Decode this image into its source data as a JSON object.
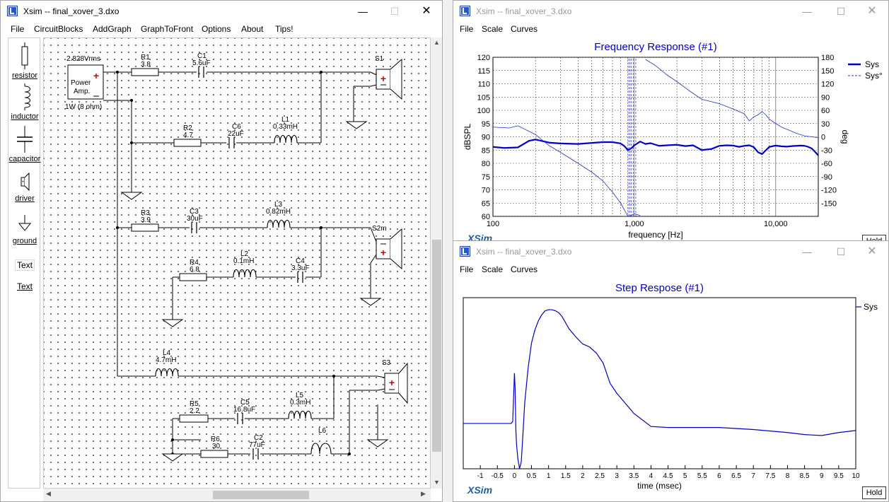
{
  "schematic_window": {
    "title": "Xsim -- final_xover_3.dxo",
    "menu": [
      "File",
      "CircuitBlocks",
      "AddGraph",
      "GraphToFront",
      "Options",
      "About",
      "Tips!"
    ],
    "palette": [
      {
        "label": "resistor",
        "icon": "resistor-icon"
      },
      {
        "label": "inductor",
        "icon": "inductor-icon"
      },
      {
        "label": "capacitor",
        "icon": "capacitor-icon"
      },
      {
        "label": "driver",
        "icon": "driver-icon"
      },
      {
        "label": "ground",
        "icon": "ground-icon"
      },
      {
        "label": "Text",
        "icon": "text-box-icon"
      },
      {
        "label": "Text",
        "icon": "text-link-icon"
      }
    ],
    "amp": {
      "voltage": "2.828Vrms",
      "name_line1": "Power",
      "name_line2": "Amp.",
      "rating": "1W (8 ohm)"
    },
    "components": {
      "R1": {
        "name": "R1",
        "value": "3.8"
      },
      "C1": {
        "name": "C1",
        "value": "5.6uF"
      },
      "R2": {
        "name": "R2",
        "value": "4.7"
      },
      "C6": {
        "name": "C6",
        "value": "22uF"
      },
      "L1": {
        "name": "L1",
        "value": "0.33mH"
      },
      "R3": {
        "name": "R3",
        "value": "3.9"
      },
      "C3": {
        "name": "C3",
        "value": "30uF"
      },
      "L3": {
        "name": "L3",
        "value": "0.82mH"
      },
      "R4": {
        "name": "R4",
        "value": "6.8"
      },
      "L2": {
        "name": "L2",
        "value": "0.1mH"
      },
      "C4": {
        "name": "C4",
        "value": "3.3uF"
      },
      "L4": {
        "name": "L4",
        "value": "4.7mH"
      },
      "R5": {
        "name": "R5",
        "value": "2.2"
      },
      "C5": {
        "name": "C5",
        "value": "16.8uF"
      },
      "L5": {
        "name": "L5",
        "value": "0.3mH"
      },
      "R6": {
        "name": "R6",
        "value": "30"
      },
      "C2": {
        "name": "C2",
        "value": "77uF"
      },
      "L6": {
        "name": "L6",
        "value": ""
      }
    },
    "drivers": {
      "s1": "S1",
      "s2": "S2m",
      "s3": "S3"
    }
  },
  "freq_window": {
    "title": "Xsim -- final_xover_3.dxo",
    "menu": [
      "File",
      "Scale",
      "Curves"
    ],
    "hold": "Hold",
    "watermark": "XSim"
  },
  "step_window": {
    "title": "Xsim -- final_xover_3.dxo",
    "menu": [
      "File",
      "Scale",
      "Curves"
    ],
    "hold": "Hold",
    "watermark": "XSim"
  },
  "colors": {
    "accent": "#0000cc",
    "phase": "#2233cc",
    "grid": "#444444"
  },
  "chart_data": [
    {
      "type": "line",
      "title": "Frequency Response (#1)",
      "xlabel": "frequency [Hz]",
      "ylabel": "dBSPL",
      "y2label": "deg",
      "xscale": "log",
      "xlim": [
        100,
        20000
      ],
      "ylim": [
        60,
        120
      ],
      "y2lim": [
        -180,
        180
      ],
      "xticks": [
        "100",
        "1,000",
        "10,000"
      ],
      "yticks": [
        "60",
        "65",
        "70",
        "75",
        "80",
        "85",
        "90",
        "95",
        "100",
        "105",
        "110",
        "115",
        "120"
      ],
      "y2ticks": [
        "-150",
        "-120",
        "-90",
        "-60",
        "-30",
        "0",
        "30",
        "60",
        "90",
        "120",
        "150",
        "180"
      ],
      "legend_position": "top-right",
      "series": [
        {
          "name": "Sys",
          "axis": "left",
          "style": "solid",
          "x": [
            100,
            120,
            150,
            180,
            200,
            250,
            300,
            400,
            500,
            600,
            700,
            800,
            850,
            900,
            950,
            1000,
            1100,
            1200,
            1300,
            1500,
            1700,
            2000,
            2300,
            2600,
            3000,
            3500,
            4000,
            4500,
            5000,
            5500,
            6000,
            6500,
            7000,
            7500,
            8000,
            9000,
            10000,
            11000,
            12000,
            13000,
            14000,
            15000,
            16000,
            17000,
            18000,
            19000,
            20000
          ],
          "y": [
            86.2,
            85.8,
            86.0,
            88.5,
            89.0,
            87.8,
            87.5,
            87.3,
            87.7,
            88.0,
            88.0,
            87.5,
            86.5,
            85.0,
            85.6,
            86.8,
            88.2,
            87.3,
            87.6,
            86.6,
            86.8,
            87.0,
            86.5,
            86.8,
            85.0,
            85.4,
            86.6,
            86.8,
            86.7,
            86.2,
            86.6,
            86.8,
            86.1,
            84.2,
            83.5,
            86.2,
            86.7,
            86.4,
            86.3,
            86.5,
            86.6,
            86.7,
            86.6,
            86.2,
            85.6,
            84.3,
            83.0
          ]
        },
        {
          "name": "Sys°",
          "axis": "right",
          "style": "dashed",
          "x": [
            100,
            130,
            150,
            200,
            250,
            300,
            400,
            500,
            600,
            700,
            800,
            850,
            900,
            950,
            1000,
            1050,
            1100,
            1200,
            1400,
            1700,
            2000,
            2500,
            3000,
            4000,
            5000,
            6000,
            6500,
            7000,
            7500,
            8000,
            8500,
            9000,
            10000,
            11000,
            12000,
            14000,
            16000,
            18000,
            20000
          ],
          "y": [
            22,
            20,
            25,
            5,
            -20,
            -35,
            -60,
            -80,
            -100,
            -125,
            -150,
            -165,
            -180,
            -178,
            -174,
            -176,
            -178,
            175,
            162,
            140,
            125,
            102,
            85,
            75,
            63,
            52,
            36,
            45,
            50,
            57,
            50,
            40,
            30,
            22,
            17,
            8,
            2,
            0,
            -2
          ]
        }
      ]
    },
    {
      "type": "line",
      "title": "Step Respose (#1)",
      "xlabel": "time (msec)",
      "xlim": [
        -1.5,
        10
      ],
      "ylim": [
        -0.45,
        1.25
      ],
      "xticks": [
        "-1",
        "-0.5",
        "0",
        "0.5",
        "1",
        "1.5",
        "2",
        "2.5",
        "3",
        "3.5",
        "4",
        "4.5",
        "5",
        "5.5",
        "6",
        "6.5",
        "7",
        "7.5",
        "8",
        "8.5",
        "9",
        "9.5",
        "10"
      ],
      "legend_position": "top-right",
      "series": [
        {
          "name": "Sys",
          "x": [
            -1.5,
            -0.5,
            -0.1,
            -0.05,
            0.0,
            0.02,
            0.04,
            0.06,
            0.1,
            0.15,
            0.2,
            0.25,
            0.3,
            0.4,
            0.5,
            0.6,
            0.7,
            0.8,
            0.9,
            1.0,
            1.1,
            1.2,
            1.3,
            1.4,
            1.5,
            1.6,
            1.8,
            2.0,
            2.2,
            2.4,
            2.6,
            2.8,
            3.0,
            3.2,
            3.5,
            4.0,
            4.5,
            5.0,
            6.0,
            7.0,
            8.0,
            8.5,
            9.0,
            9.5,
            10.0
          ],
          "y": [
            0.0,
            0.0,
            0.0,
            0.02,
            0.5,
            0.35,
            -0.05,
            -0.2,
            -0.35,
            -0.45,
            -0.38,
            -0.1,
            0.2,
            0.55,
            0.8,
            0.93,
            1.02,
            1.08,
            1.12,
            1.13,
            1.13,
            1.12,
            1.1,
            1.06,
            1.0,
            0.94,
            0.86,
            0.79,
            0.76,
            0.7,
            0.6,
            0.4,
            0.3,
            0.22,
            0.1,
            -0.03,
            -0.04,
            -0.04,
            -0.04,
            -0.06,
            -0.09,
            -0.11,
            -0.12,
            -0.09,
            -0.07
          ]
        }
      ]
    }
  ]
}
